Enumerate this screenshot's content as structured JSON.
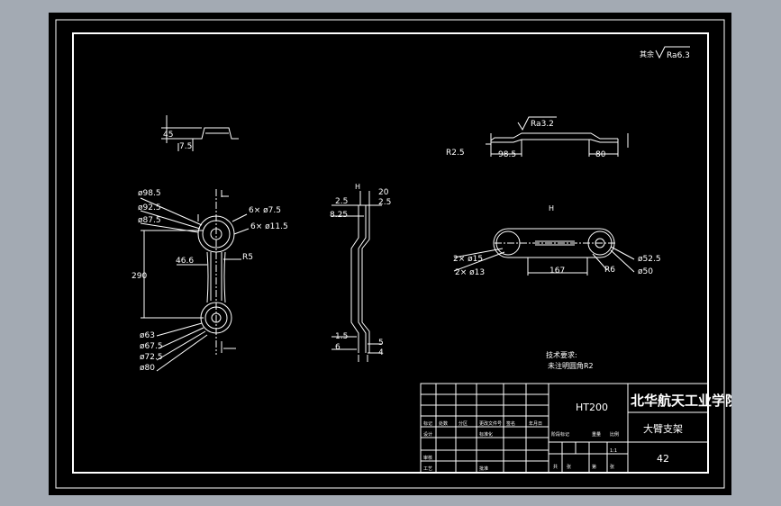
{
  "roughness": {
    "prefix": "其余",
    "value": "Ra6.3"
  },
  "top_view": {
    "roughness": "Ra3.2",
    "r_label": "R2.5",
    "dim_left": "98.5",
    "dim_right": "80"
  },
  "small_profile": {
    "dim_height": "45",
    "dim_width": "7.5"
  },
  "front_view": {
    "dia_top": [
      "ø98.5",
      "ø92.5",
      "ø87.5"
    ],
    "holes_small": "6× ø7.5",
    "holes_large": "6× ø11.5",
    "dim_290": "290",
    "dim_46_6": "46.6",
    "r5": "R5",
    "dia_bottom": [
      "ø63",
      "ø67.5",
      "ø72.5",
      "ø80"
    ]
  },
  "side_view": {
    "section_label": "H",
    "dims_left": [
      "2.5",
      "8.25"
    ],
    "dims_right": [
      "20",
      "2.5"
    ],
    "dims_bottom_left": [
      "1.5",
      "6"
    ],
    "dims_bottom_right": [
      "5",
      "4"
    ]
  },
  "section_h": {
    "label": "H",
    "holes_15": "2× ø15",
    "holes_13": "2× ø13",
    "dim_167": "167",
    "r6": "R6",
    "dia_52_5": "ø52.5",
    "dia_50": "ø50"
  },
  "notes": {
    "title": "技术要求:",
    "line1": "未注明圆角R2"
  },
  "title_block": {
    "material": "HT200",
    "school": "北华航天工业学院",
    "part_name": "大臂支架",
    "number": "42",
    "row_labels": [
      "标记",
      "处数",
      "分区",
      "更改文件号",
      "签名",
      "年月日"
    ],
    "row2_labels": [
      "设计",
      "标准化",
      "阶段标记",
      "重量",
      "比例"
    ],
    "row3_labels": [
      "审核",
      "工艺",
      "批准",
      "共",
      "张",
      "第",
      "张"
    ],
    "scale": "1:1"
  },
  "colors": {
    "background": "#000000",
    "line": "#ffffff",
    "frame": "#a3aab3"
  }
}
